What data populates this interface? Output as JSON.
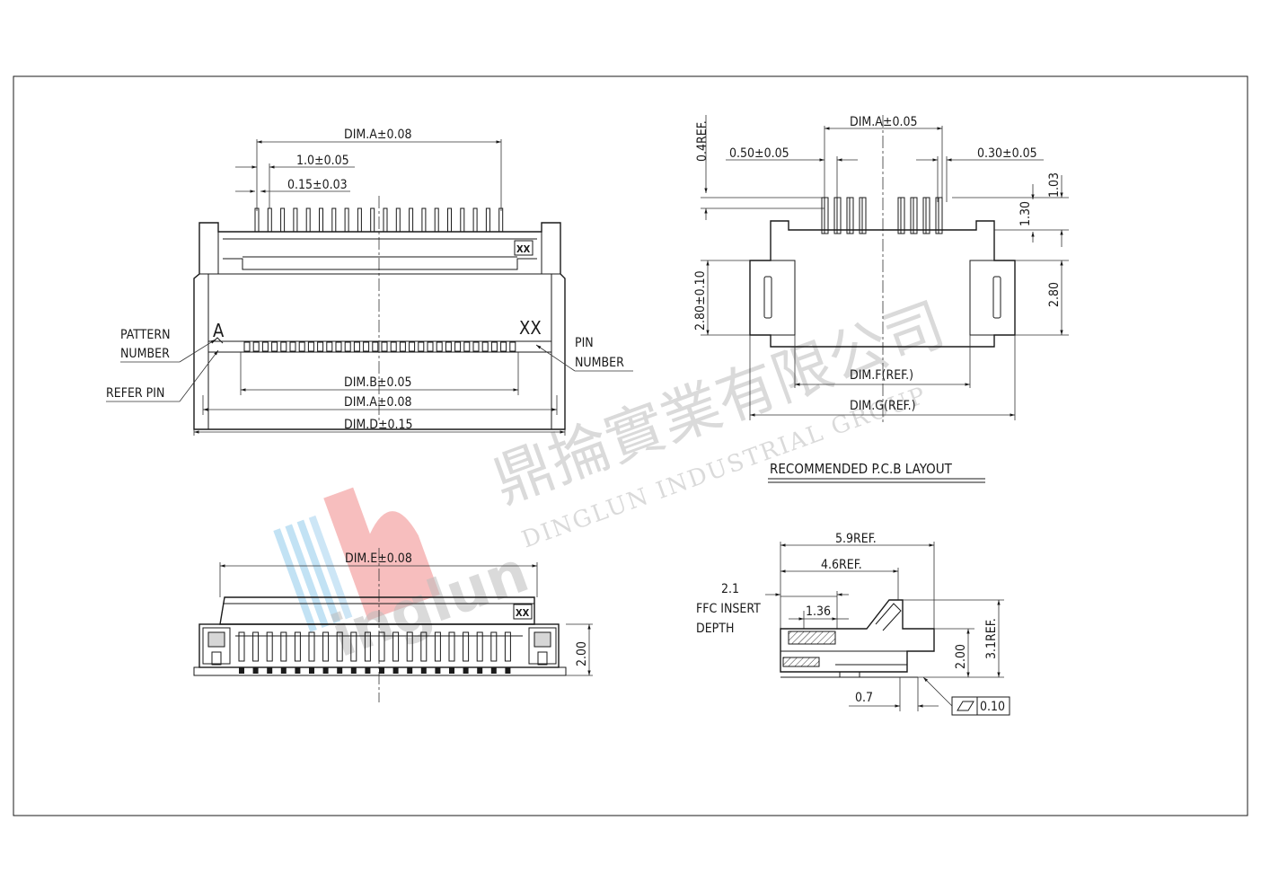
{
  "watermark": {
    "cn_name": "鼎掄實業有限公司",
    "en_name": "DINGLUN INDUSTRIAL GROUP",
    "logo_text": "inglun",
    "colors": {
      "red": "#f2a0a0",
      "blue": "#9fd0ee",
      "gray": "#c4c4c4"
    }
  },
  "top_view": {
    "dim_a_top": "DIM.A±0.08",
    "pitch": "1.0±0.05",
    "pin_width": "0.15±0.03",
    "pattern_number_line1": "PATTERN",
    "pattern_number_line2": "NUMBER",
    "refer_pin": "REFER PIN",
    "refer_mark": "A",
    "pin_mark": "XX",
    "pin_number_line1": "PIN",
    "pin_number_line2": "NUMBER",
    "dim_b": "DIM.B±0.05",
    "dim_a_bottom": "DIM.A±0.08",
    "dim_d": "DIM.D±0.15",
    "chip_label": "XX"
  },
  "front_view": {
    "dim_e": "DIM.E±0.08",
    "height": "2.00",
    "chip_label": "XX"
  },
  "pcb_layout": {
    "title": "RECOMMENDED P.C.B LAYOUT",
    "dim_a": "DIM.A±0.05",
    "ref_04": "0.4REF.",
    "pad_050": "0.50±0.05",
    "pad_030": "0.30±0.05",
    "dim_103": "1.03",
    "dim_130": "1.30",
    "dim_280_tol": "2.80±0.10",
    "dim_280": "2.80",
    "dim_f": "DIM.F(REF.)",
    "dim_g": "DIM.G(REF.)"
  },
  "side_view": {
    "ref_59": "5.9REF.",
    "ref_46": "4.6REF.",
    "dim_21": "2.1",
    "ffc_line1": "FFC INSERT",
    "ffc_line2": "DEPTH",
    "dim_136": "1.36",
    "dim_200": "2.00",
    "ref_31": "3.1REF.",
    "dim_07": "0.7",
    "flatness": "0.10"
  }
}
